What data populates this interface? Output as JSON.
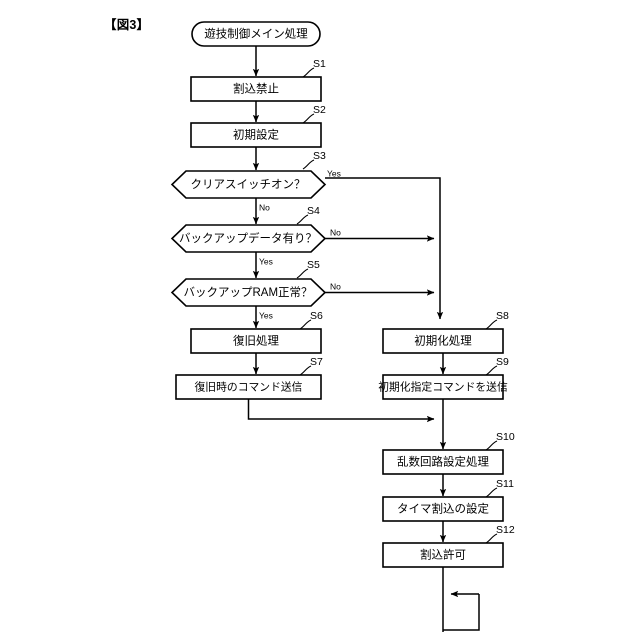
{
  "figure": {
    "label": "【図3】"
  },
  "diagram": {
    "type": "flowchart",
    "title": "遊技制御メイン処理",
    "orientation": "top-to-bottom"
  },
  "nodes": {
    "start": {
      "id": "start",
      "shape": "terminator",
      "text": "遊技制御メイン処理",
      "step": ""
    },
    "s1": {
      "id": "S1",
      "shape": "process",
      "text": "割込禁止",
      "step": "S1"
    },
    "s2": {
      "id": "S2",
      "shape": "process",
      "text": "初期設定",
      "step": "S2"
    },
    "s3": {
      "id": "S3",
      "shape": "decision",
      "text": "クリアスイッチオン？",
      "step": "S3"
    },
    "s4": {
      "id": "S4",
      "shape": "decision",
      "text": "バックアップデータ有り？",
      "step": "S4"
    },
    "s5": {
      "id": "S5",
      "shape": "decision",
      "text": "バックアップRAM正常？",
      "step": "S5"
    },
    "s6": {
      "id": "S6",
      "shape": "process",
      "text": "復旧処理",
      "step": "S6"
    },
    "s7": {
      "id": "S7",
      "shape": "process",
      "text": "復旧時のコマンド送信",
      "step": "S7"
    },
    "s8": {
      "id": "S8",
      "shape": "process",
      "text": "初期化処理",
      "step": "S8"
    },
    "s9": {
      "id": "S9",
      "shape": "process",
      "text": "初期化指定コマンドを送信",
      "step": "S9"
    },
    "s10": {
      "id": "S10",
      "shape": "process",
      "text": "乱数回路設定処理",
      "step": "S10"
    },
    "s11": {
      "id": "S11",
      "shape": "process",
      "text": "タイマ割込の設定",
      "step": "S11"
    },
    "s12": {
      "id": "S12",
      "shape": "process",
      "text": "割込許可",
      "step": "S12"
    }
  },
  "edge_labels": {
    "s3_yes": "Yes",
    "s3_no": "No",
    "s4_no": "No",
    "s4_yes": "Yes",
    "s5_no": "No",
    "s5_yes": "Yes"
  },
  "edges": [
    {
      "from": "start",
      "to": "s1",
      "label": ""
    },
    {
      "from": "s1",
      "to": "s2",
      "label": ""
    },
    {
      "from": "s2",
      "to": "s3",
      "label": ""
    },
    {
      "from": "s3",
      "to": "s8",
      "label": "Yes"
    },
    {
      "from": "s3",
      "to": "s4",
      "label": "No"
    },
    {
      "from": "s4",
      "to": "s8",
      "label": "No"
    },
    {
      "from": "s4",
      "to": "s5",
      "label": "Yes"
    },
    {
      "from": "s5",
      "to": "s8",
      "label": "No"
    },
    {
      "from": "s5",
      "to": "s6",
      "label": "Yes"
    },
    {
      "from": "s6",
      "to": "s7",
      "label": ""
    },
    {
      "from": "s7",
      "to": "s10",
      "label": ""
    },
    {
      "from": "s8",
      "to": "s9",
      "label": ""
    },
    {
      "from": "s9",
      "to": "s10",
      "label": ""
    },
    {
      "from": "s10",
      "to": "s11",
      "label": ""
    },
    {
      "from": "s11",
      "to": "s12",
      "label": ""
    },
    {
      "from": "s12",
      "to": "loop",
      "label": ""
    }
  ],
  "colors": {
    "stroke": "#000000",
    "fill": "#ffffff",
    "background": "#ffffff"
  }
}
